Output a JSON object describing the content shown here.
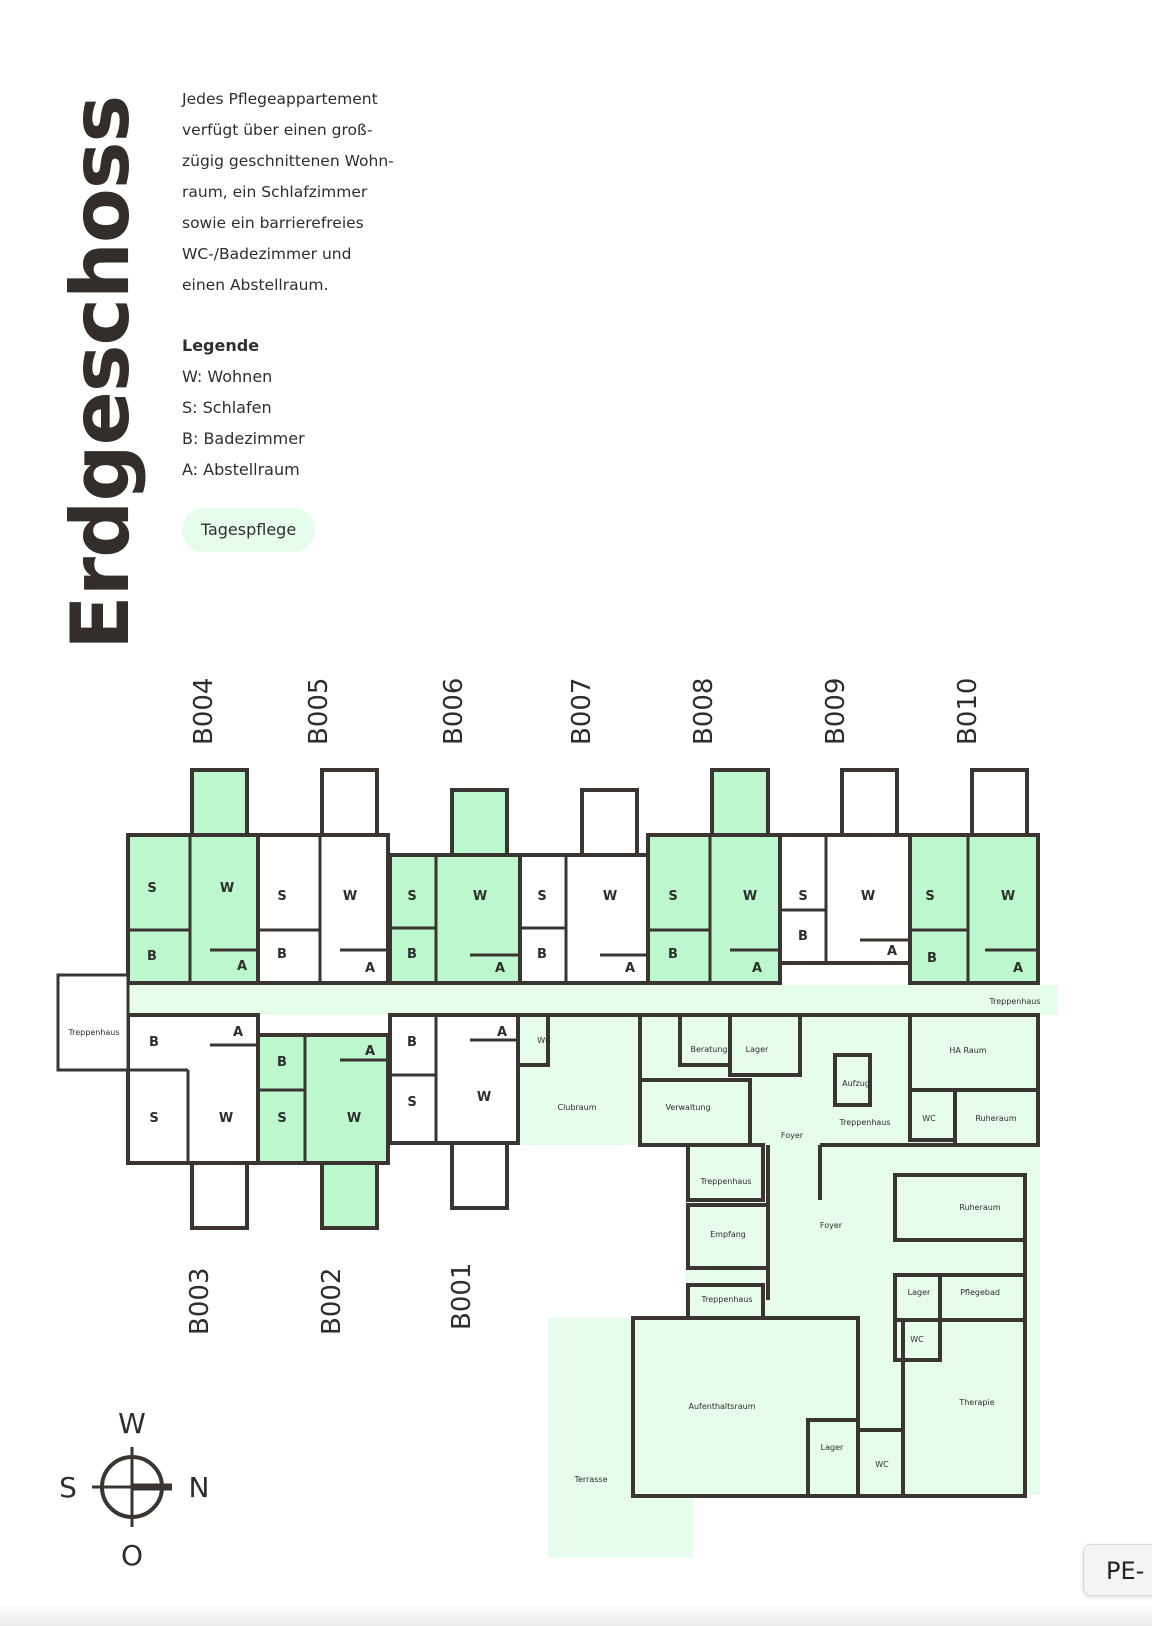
{
  "page": {
    "title": "Erdgeschoss",
    "description_lines": [
      "Jedes Pflegeappartement",
      "verfügt über einen groß-",
      "zügig geschnittenen Wohn-",
      "raum, ein Schlafzimmer",
      "sowie ein barrierefreies",
      "WC-/Badezimmer  und",
      "einen Abstellraum."
    ],
    "legend": {
      "heading": "Legende",
      "items": [
        "W: Wohnen",
        "S: Schlafen",
        "B: Badezimmer",
        "A: Abstellraum"
      ]
    },
    "badge": "Tagespflege",
    "tab_label": "PE-"
  },
  "colors": {
    "apartment_highlight": "#bdf7cd",
    "tagespflege_area": "#e6fcec",
    "walls": "#3a3530"
  },
  "plan": {
    "units_top": [
      "B004",
      "B005",
      "B006",
      "B007",
      "B008",
      "B009",
      "B010"
    ],
    "units_bottom": [
      "B003",
      "B002",
      "B001"
    ],
    "room_codes": {
      "w": "W",
      "s": "S",
      "b": "B",
      "a": "A"
    },
    "rooms": {
      "treppenhaus": "Treppenhaus",
      "wc": "WC",
      "clubraum": "Clubraum",
      "beratung": "Beratung",
      "lager": "Lager",
      "verwaltung": "Verwaltung",
      "aufzug": "Aufzug",
      "foyer": "Foyer",
      "ha_raum": "HA Raum",
      "ruheraum": "Ruheraum",
      "empfang": "Empfang",
      "pflegebad": "Pflegebad",
      "aufenthaltsraum": "Aufenthaltsraum",
      "therapie": "Therapie",
      "terrasse": "Terrasse"
    }
  },
  "compass": {
    "top": "W",
    "left": "S",
    "right": "N",
    "bottom": "O"
  }
}
